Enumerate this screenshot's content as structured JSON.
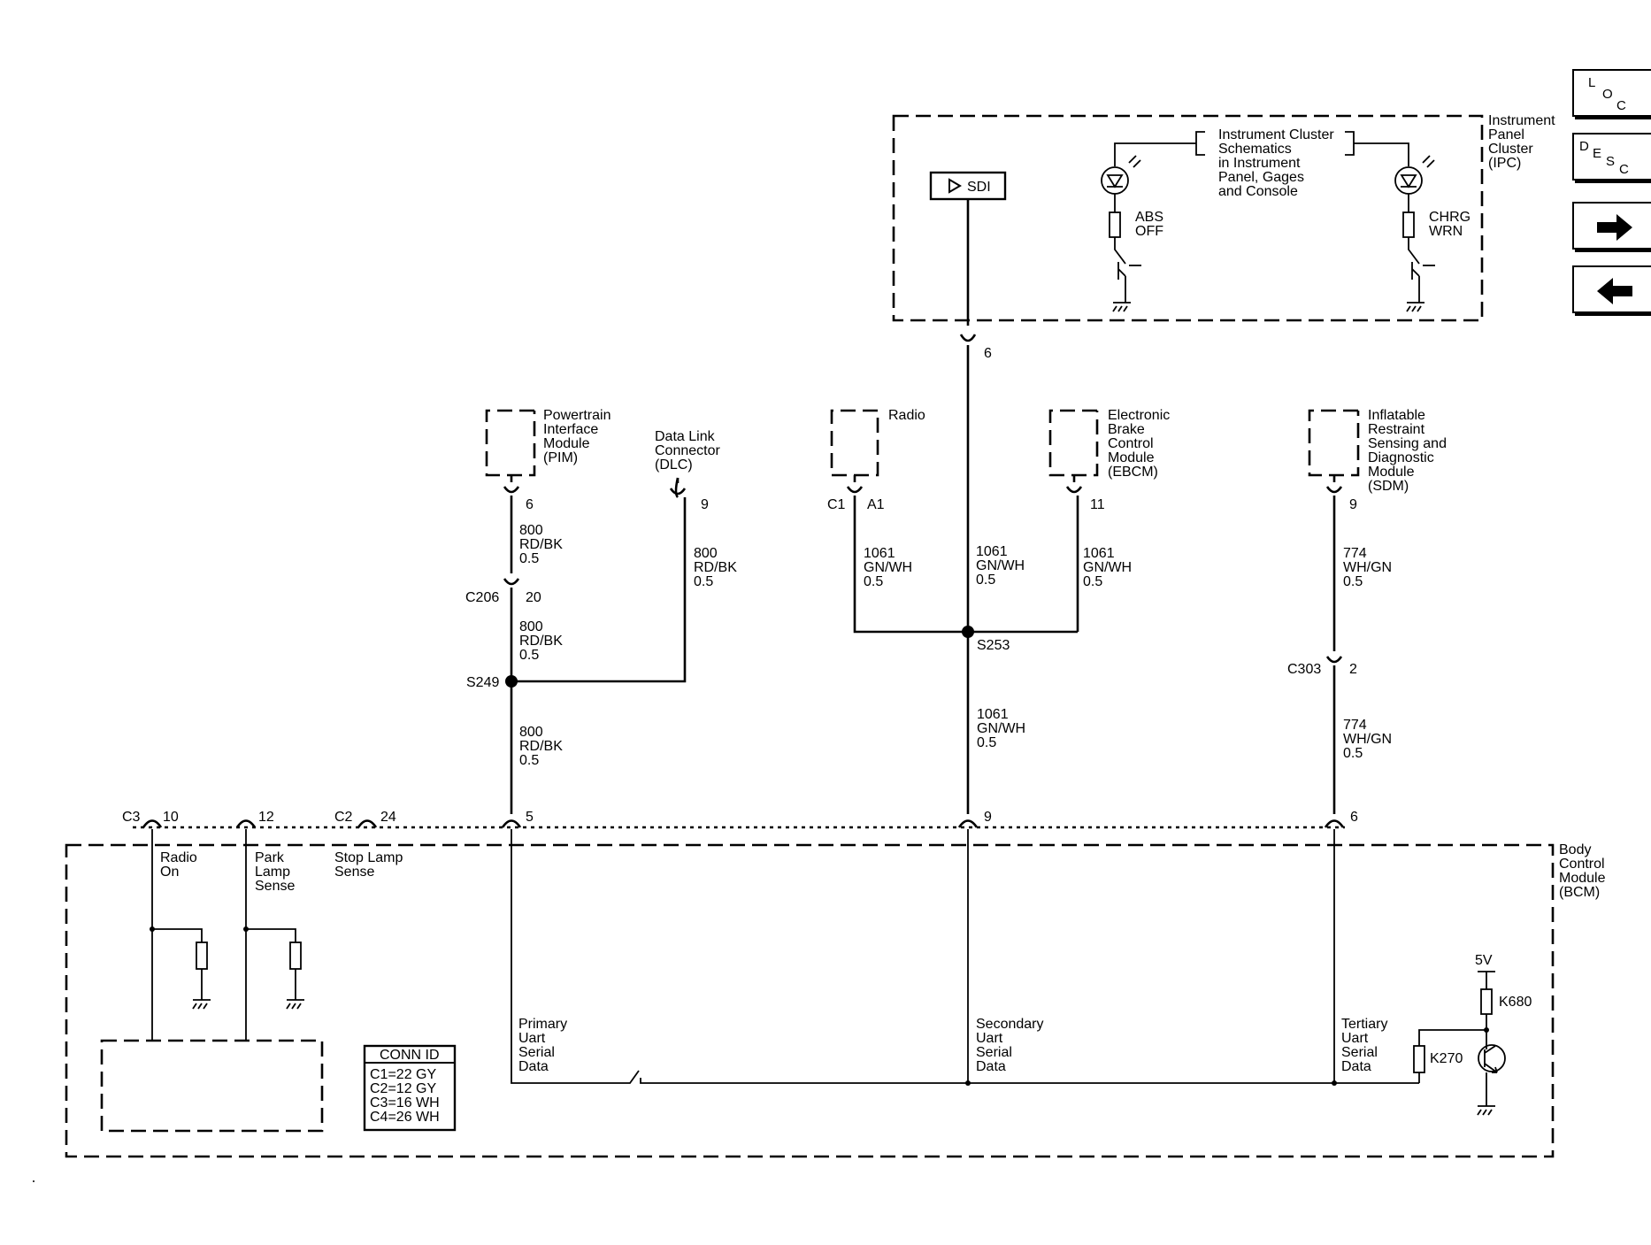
{
  "nav": {
    "loc": [
      "L",
      "O",
      "C"
    ],
    "desc": [
      "D",
      "E",
      "S",
      "C"
    ],
    "next_icon": "arrow-right-icon",
    "prev_icon": "arrow-left-icon"
  },
  "modules": {
    "ipc": [
      "Instrument",
      "Panel",
      "Cluster",
      "(IPC)"
    ],
    "pim": [
      "Powertrain",
      "Interface",
      "Module",
      "(PIM)"
    ],
    "dlc": [
      "Data Link",
      "Connector",
      "(DLC)"
    ],
    "radio": [
      "Radio"
    ],
    "ebcm": [
      "Electronic",
      "Brake",
      "Control",
      "Module",
      "(EBCM)"
    ],
    "sdm": [
      "Inflatable",
      "Restraint",
      "Sensing and",
      "Diagnostic",
      "Module",
      "(SDM)"
    ],
    "bcm": [
      "Body",
      "Control",
      "Module",
      "(BCM)"
    ]
  },
  "ipc_internal": {
    "sdi": "SDI",
    "ref": [
      "Instrument Cluster",
      "Schematics",
      "in Instrument",
      "Panel, Gages",
      "and Console"
    ],
    "abs": [
      "ABS",
      "OFF"
    ],
    "chrg": [
      "CHRG",
      "WRN"
    ]
  },
  "pins": {
    "ipc": "6",
    "pim": "6",
    "c206": "C206",
    "c206_pin": "20",
    "dlc": "9",
    "radio_conn": "C1",
    "radio_pin": "A1",
    "ebcm": "11",
    "sdm": "9",
    "c303": "C303",
    "c303_pin": "2",
    "bcm_c3": "C3",
    "bcm_c3_10": "10",
    "bcm_c3_12": "12",
    "bcm_c2": "C2",
    "bcm_c2_24": "24",
    "bcm_5": "5",
    "bcm_9": "9",
    "bcm_6": "6"
  },
  "splices": {
    "s249": "S249",
    "s253": "S253"
  },
  "wires": {
    "pim_top": [
      "800",
      "RD/BK",
      "0.5"
    ],
    "pim_mid": [
      "800",
      "RD/BK",
      "0.5"
    ],
    "pim_bot": [
      "800",
      "RD/BK",
      "0.5"
    ],
    "dlc": [
      "800",
      "RD/BK",
      "0.5"
    ],
    "radio": [
      "1061",
      "GN/WH",
      "0.5"
    ],
    "ipc": [
      "1061",
      "GN/WH",
      "0.5"
    ],
    "ebcm": [
      "1061",
      "GN/WH",
      "0.5"
    ],
    "bcm_sec": [
      "1061",
      "GN/WH",
      "0.5"
    ],
    "sdm_top": [
      "774",
      "WH/GN",
      "0.5"
    ],
    "sdm_bot": [
      "774",
      "WH/GN",
      "0.5"
    ]
  },
  "bcm_internal": {
    "radio_on": [
      "Radio",
      "On"
    ],
    "park_lamp": [
      "Park",
      "Lamp",
      "Sense"
    ],
    "stop_lamp": [
      "Stop Lamp",
      "Sense"
    ],
    "primary": [
      "Primary",
      "Uart",
      "Serial",
      "Data"
    ],
    "secondary": [
      "Secondary",
      "Uart",
      "Serial",
      "Data"
    ],
    "tertiary": [
      "Tertiary",
      "Uart",
      "Serial",
      "Data"
    ],
    "v5": "5V",
    "k680": "K680",
    "k270": "K270"
  },
  "conn_id": {
    "title": "CONN ID",
    "rows": [
      "C1=22 GY",
      "C2=12 GY",
      "C3=16 WH",
      "C4=26 WH"
    ]
  }
}
